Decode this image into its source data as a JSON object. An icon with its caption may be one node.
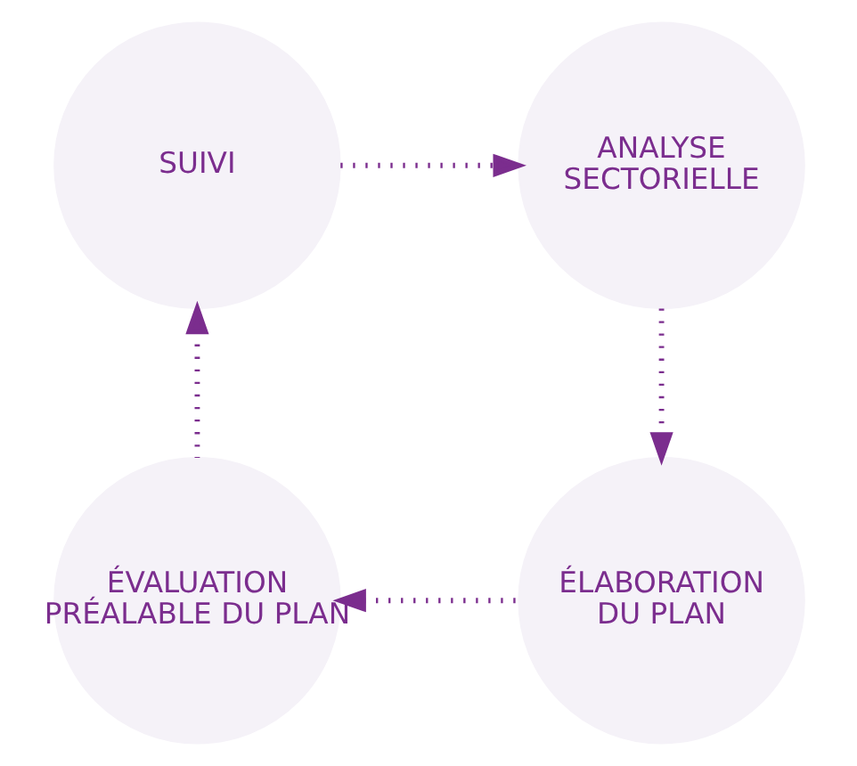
{
  "diagram": {
    "nodes": [
      {
        "text": [
          "SUIVI"
        ]
      },
      {
        "text": [
          "ANALYSE SECTORIELLE"
        ]
      },
      {
        "text": [
          "ÉLABORATION DU PLAN"
        ]
      },
      {
        "text": [
          "ÉVALUATION PRÉALABLE DU PLAN"
        ]
      }
    ],
    "edges": [
      {
        "from": 0,
        "to": 1,
        "arrow": "to"
      },
      {
        "from": 1,
        "to": 2,
        "arrow": "to"
      },
      {
        "from": 2,
        "to": 3,
        "arrow": "to"
      },
      {
        "from": 3,
        "to": 0,
        "arrow": "to"
      }
    ]
  }
}
